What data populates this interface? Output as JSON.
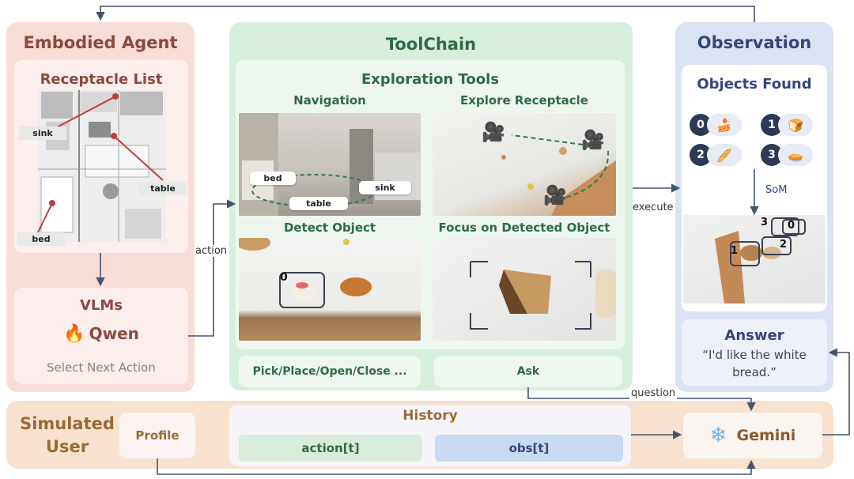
{
  "agent": {
    "title": "Embodied Agent",
    "receptacle_title": "Receptacle List",
    "labels": {
      "sink": "sink",
      "table": "table",
      "bed": "bed"
    },
    "vlms_title": "VLMs",
    "qwen_label": "Qwen",
    "select_action": "Select Next Action"
  },
  "toolchain": {
    "title": "ToolChain",
    "exploration_title": "Exploration Tools",
    "navigation": {
      "title": "Navigation",
      "labels": {
        "bed": "bed",
        "table": "table",
        "sink": "sink"
      }
    },
    "explore_receptacle": {
      "title": "Explore Receptacle"
    },
    "detect_object": {
      "title": "Detect Object",
      "box_number": "0"
    },
    "focus_object": {
      "title": "Focus on Detected Object"
    },
    "pick_place": "Pick/Place/Open/Close ...",
    "ask": "Ask"
  },
  "observation": {
    "title": "Observation",
    "objects_title": "Objects Found",
    "objects": [
      {
        "num": "0",
        "icon": "cake-icon"
      },
      {
        "num": "1",
        "icon": "bread-icon"
      },
      {
        "num": "2",
        "icon": "baguette-icon"
      },
      {
        "num": "3",
        "icon": "pie-icon"
      }
    ],
    "som_label": "SoM",
    "som_numbers": [
      "3",
      "0",
      "1",
      "2"
    ],
    "answer_title": "Answer",
    "answer_text": "“I'd like the white bread.”"
  },
  "user": {
    "title_line1": "Simulated",
    "title_line2": "User",
    "profile": "Profile",
    "history_title": "History",
    "action_t": "action[t]",
    "obs_t": "obs[t]",
    "gemini": "Gemini"
  },
  "edges": {
    "action": "action",
    "execute": "execute",
    "question": "question"
  },
  "colors": {
    "agent_bg": "#f8dcd8",
    "toolchain_bg": "#d8eedd",
    "observation_bg": "#dbe3f3",
    "user_bg": "#f7e2d0",
    "agent_title": "#8a4a3c",
    "toolchain_title": "#2f6a46",
    "observation_title": "#34467a",
    "user_title": "#9a6a34"
  }
}
